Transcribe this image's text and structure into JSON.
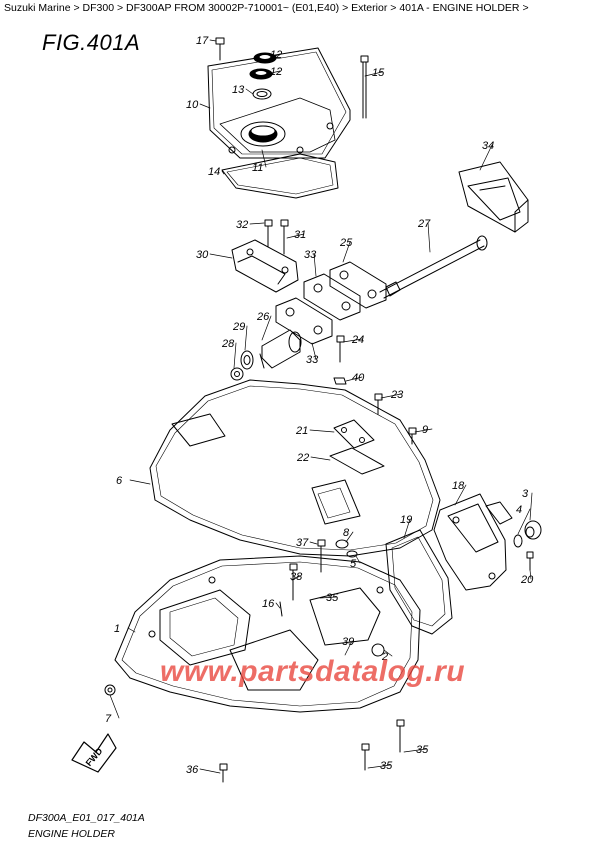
{
  "breadcrumb": {
    "items": [
      {
        "label": "Suzuki Marine"
      },
      {
        "label": "DF300"
      },
      {
        "label": "DF300AP FROM 30002P-710001~ (E01,E40)"
      },
      {
        "label": "Exterior"
      },
      {
        "label": "401A - ENGINE HOLDER"
      }
    ],
    "separator": ">"
  },
  "figure_title": "FIG.401A",
  "watermark": "www.partsdatalog.ru",
  "footer": {
    "code": "DF300A_E01_017_401A",
    "name": "ENGINE HOLDER"
  },
  "badge": {
    "label": "FWD"
  },
  "callouts": [
    "17",
    "12",
    "12",
    "15",
    "13",
    "10",
    "11",
    "14",
    "34",
    "32",
    "31",
    "30",
    "25",
    "27",
    "33",
    "26",
    "29",
    "28",
    "33",
    "24",
    "40",
    "23",
    "9",
    "21",
    "22",
    "6",
    "18",
    "3",
    "19",
    "4",
    "37",
    "8",
    "5",
    "38",
    "20",
    "16",
    "35",
    "1",
    "39",
    "2",
    "7",
    "35",
    "36",
    "35"
  ]
}
